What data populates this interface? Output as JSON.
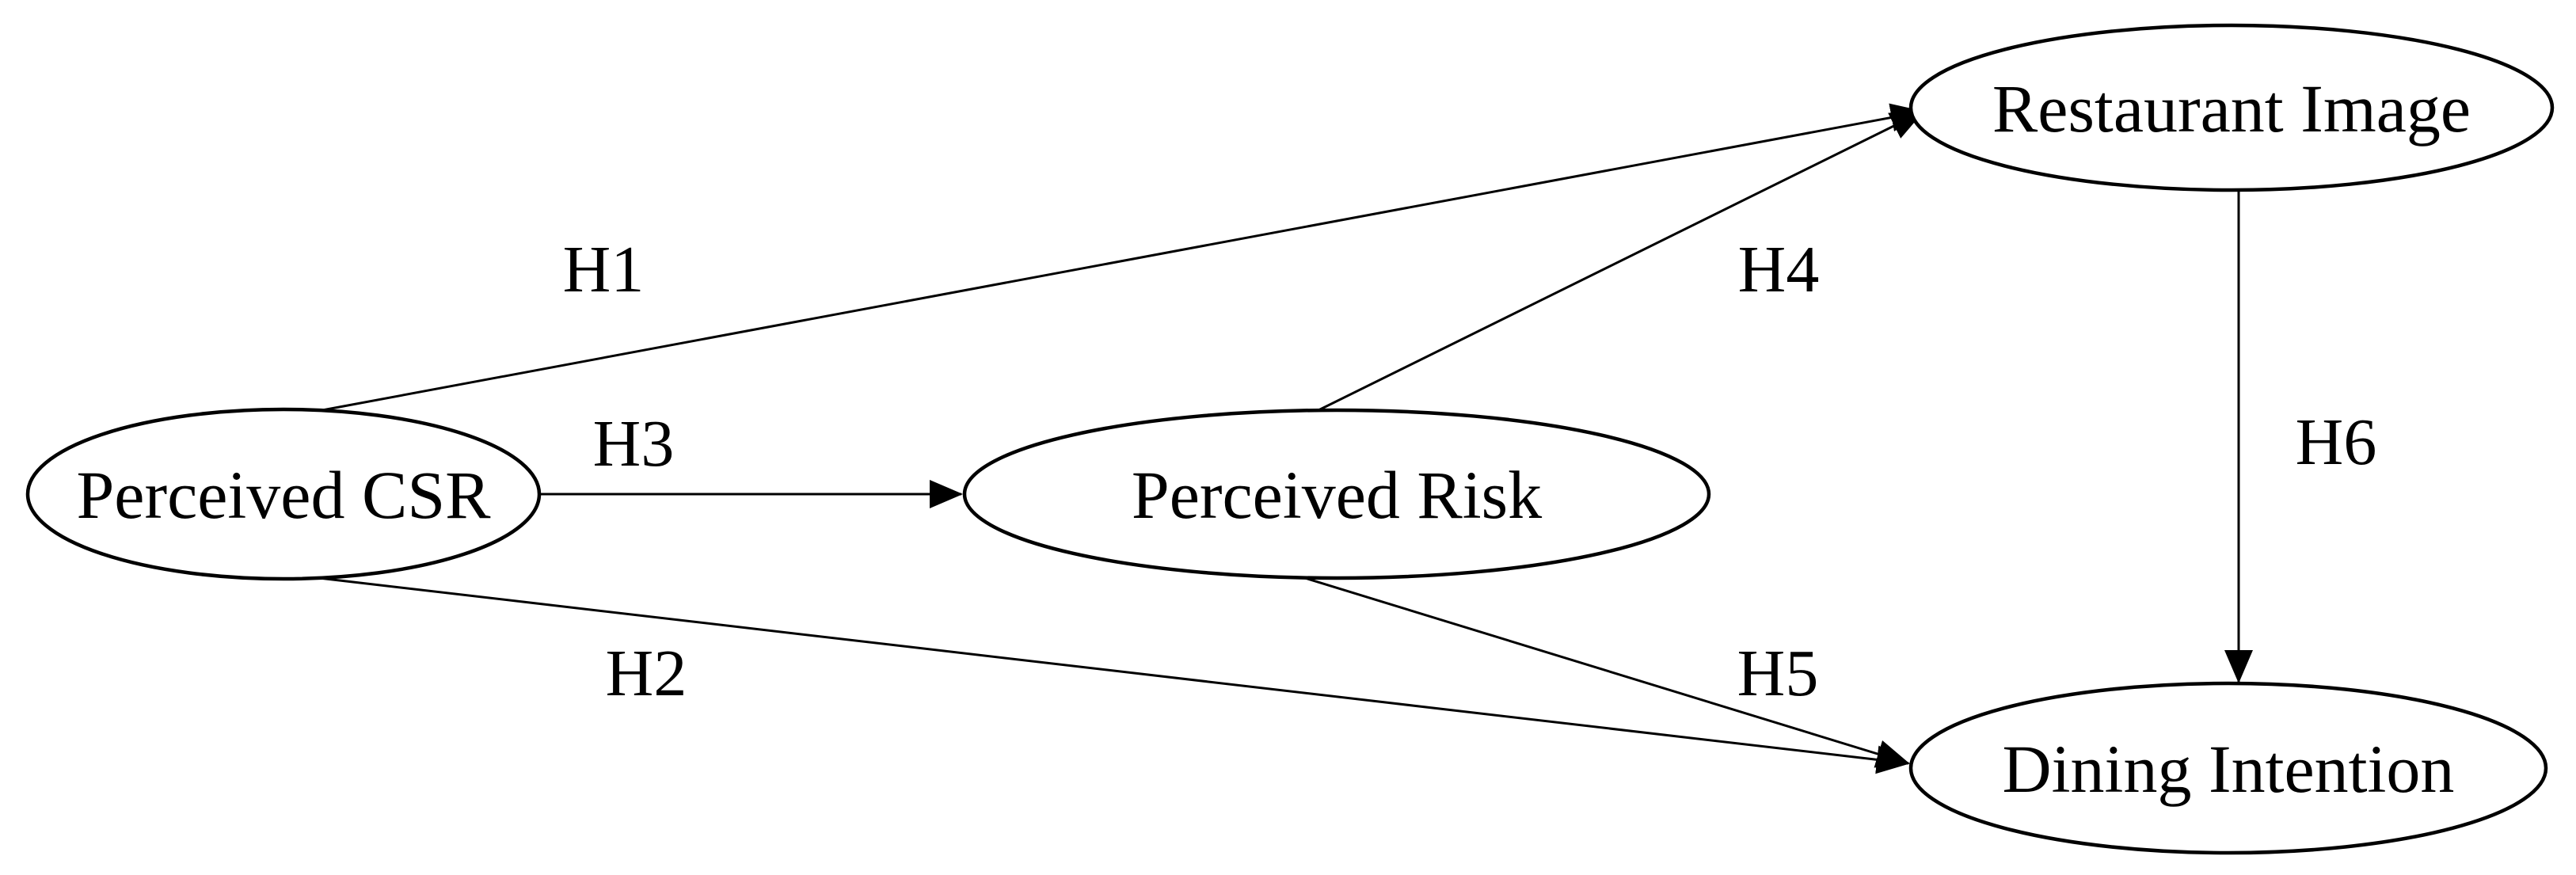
{
  "diagram": {
    "type": "hypothesis-path-model",
    "background_color": "#ffffff",
    "node_fill_color": "#ffffff",
    "line_color": "#000000",
    "text_color": "#000000",
    "nodes": [
      {
        "id": "perceived-csr",
        "label": "Perceived CSR"
      },
      {
        "id": "perceived-risk",
        "label": "Perceived Risk"
      },
      {
        "id": "restaurant-image",
        "label": "Restaurant Image"
      },
      {
        "id": "dining-intention",
        "label": "Dining Intention"
      }
    ],
    "edges": [
      {
        "label": "H1",
        "from": "Perceived CSR",
        "to": "Restaurant Image"
      },
      {
        "label": "H2",
        "from": "Perceived CSR",
        "to": "Dining Intention"
      },
      {
        "label": "H3",
        "from": "Perceived CSR",
        "to": "Perceived Risk"
      },
      {
        "label": "H4",
        "from": "Perceived Risk",
        "to": "Restaurant Image"
      },
      {
        "label": "H5",
        "from": "Perceived Risk",
        "to": "Dining Intention"
      },
      {
        "label": "H6",
        "from": "Restaurant Image",
        "to": "Dining Intention"
      }
    ]
  }
}
